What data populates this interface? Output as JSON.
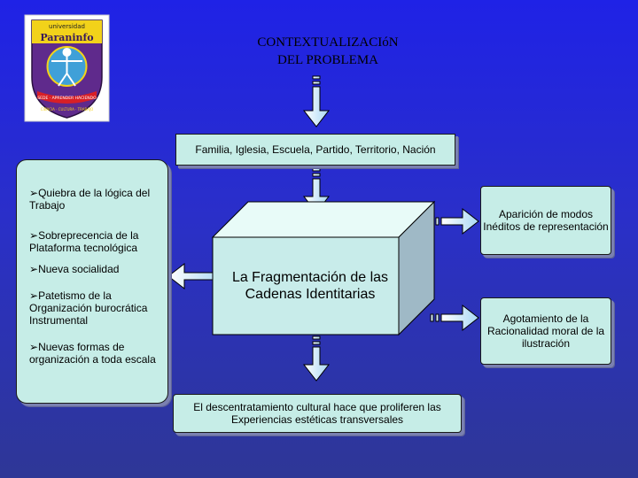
{
  "logo": {
    "top_text": "universidad",
    "name": "Paraninfo",
    "banner": "SEDE · APRENDER HACIENDO",
    "bottom_text": "CIENCIA · CULTURA · TRABAJO"
  },
  "title": {
    "line1": "CONTEXTUALIZACIóN",
    "line2": "DEL PROBLEMA"
  },
  "top_box": "Familia, Iglesia, Escuela, Partido, Territorio, Nación",
  "left_box": {
    "items": [
      "Quiebra de la lógica del Trabajo",
      "Sobreprecencia de la Plataforma tecnológica",
      "Nueva socialidad",
      "Patetismo de la Organización burocrática Instrumental",
      "Nuevas formas de organización a toda escala"
    ]
  },
  "center": "La Fragmentación de las Cadenas Identitarias",
  "right_top": "Aparición de modos Inéditos de representación",
  "right_bottom": "Agotamiento de la Racionalidad moral de la ilustración",
  "bottom_box": "El descentratamiento cultural hace que proliferen las Experiencias estéticas transversales",
  "colors": {
    "background": "#2025d8",
    "box_fill": "#c6ede7",
    "arrow_fill": "#c8ecff",
    "cube_front": "#c8ecea",
    "cube_side": "#9fb9c6",
    "cube_top": "#e8fbf8"
  }
}
